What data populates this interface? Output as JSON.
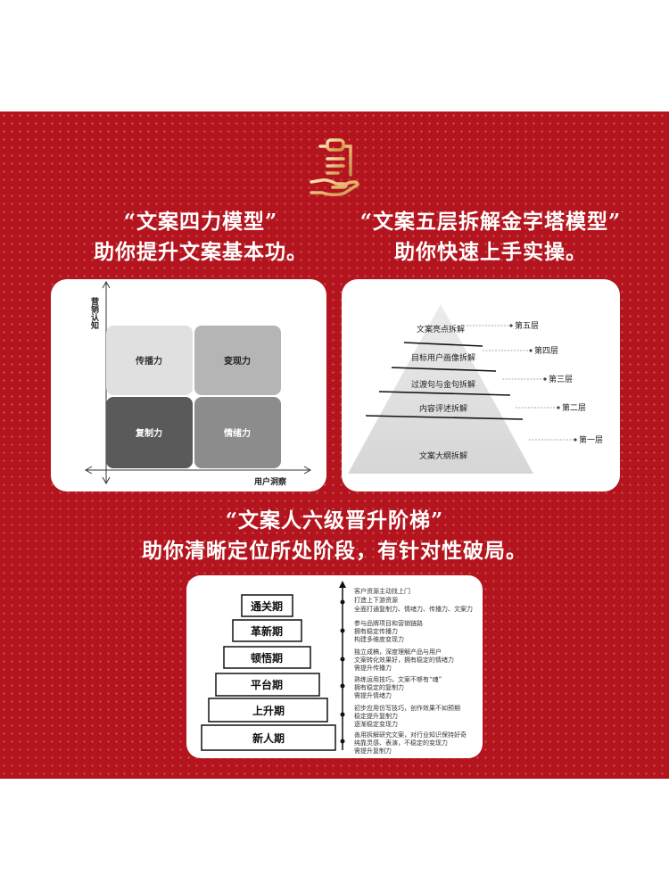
{
  "header": {
    "left_title_line1": "“文案四力模型”",
    "left_title_line2": "助你提升文案基本功。",
    "right_title_line1": "“文案五层拆解金字塔模型”",
    "right_title_line2": "助你快速上手实操。",
    "bottom_title_line1": "“文案人六级晋升阶梯”",
    "bottom_title_line2": "助你清晰定位所处阶段，有针对性破局。"
  },
  "quadrant": {
    "y_axis_label": "营销认知",
    "x_axis_label": "用户洞察",
    "cells": [
      "传播力",
      "变现力",
      "复制力",
      "情绪力"
    ],
    "colors": [
      "#e0e0e0",
      "#b5b5b5",
      "#5a5a5a",
      "#8c8c8c"
    ]
  },
  "pyramid": {
    "inner_labels": [
      "文案亮点拆解",
      "目标用户画像拆解",
      "过渡句与金句拆解",
      "内容评述拆解",
      "文案大纲拆解"
    ],
    "callouts": [
      "第五层",
      "第四层",
      "第三层",
      "第二层",
      "第一层"
    ]
  },
  "ladder": {
    "stages": [
      "通关期",
      "革新期",
      "顿悟期",
      "平台期",
      "上升期",
      "新人期"
    ],
    "descriptions": [
      [
        "客户资源主动找上门",
        "打造上下游资源",
        "全面打通复制力、情绪力、传播力、文案力"
      ],
      [
        "参与品牌项目和营销链路",
        "拥有稳定传播力",
        "构建多维度变现力"
      ],
      [
        "独立成稿，深度理解产品与用户",
        "文案转化效果好，拥有稳定的情绪力",
        "需提升传播力"
      ],
      [
        "熟练运用技巧，文案不够有“魂”",
        "拥有稳定的复制力",
        "需提升情绪力"
      ],
      [
        "初步应用仿写技巧，创作效果不如预期",
        "稳定提升复制力",
        "逐渐稳定变现力"
      ],
      [
        "善用拆解研究文案，对行业知识保持好奇",
        "纯靠灵感、表演，不稳定的变现力",
        "需提升复制力"
      ]
    ]
  }
}
